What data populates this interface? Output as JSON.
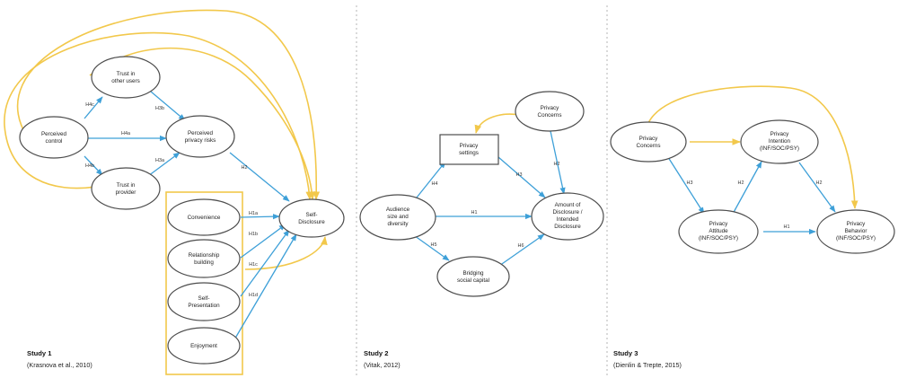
{
  "study1": {
    "title": "Study 1",
    "citation": "(Krasnova et al., 2010)",
    "nodes": {
      "perceived_control": [
        "Perceived",
        "control"
      ],
      "trust_users": [
        "Trust in",
        "other users"
      ],
      "privacy_risks": [
        "Perceived",
        "privacy risks"
      ],
      "trust_provider": [
        "Trust in",
        "provider"
      ],
      "convenience": [
        "Convenience"
      ],
      "relationship": [
        "Relationship",
        "building"
      ],
      "self_presentation": [
        "Self-",
        "Presentation"
      ],
      "enjoyment": [
        "Enjoyment"
      ],
      "self_disclosure": [
        "Self-",
        "Disclosure"
      ]
    },
    "hypotheses": {
      "h4c": "H4c",
      "h4a": "H4a",
      "h4b": "H4b",
      "h3b": "H3b",
      "h3a": "H3a",
      "h2": "H2",
      "h1a": "H1a",
      "h1b": "H1b",
      "h1c": "H1c",
      "h1d": "H1d"
    }
  },
  "study2": {
    "title": "Study 2",
    "citation": "(Vitak, 2012)",
    "nodes": {
      "privacy_concerns": [
        "Privacy",
        "Concerns"
      ],
      "privacy_settings": [
        "Privacy",
        "settings"
      ],
      "audience": [
        "Audience",
        "size and",
        "diversity"
      ],
      "amount_disclosure": [
        "Amount of",
        "Disclosure /",
        "Intended",
        "Disclosure"
      ],
      "bridging": [
        "Bridging",
        "social capital"
      ]
    },
    "hypotheses": {
      "h4": "H4",
      "h3": "H3",
      "h2": "H2",
      "h1": "H1",
      "h5": "H5",
      "h6": "H6"
    }
  },
  "study3": {
    "title": "Study 3",
    "citation": "(Dienlin & Trepte, 2015)",
    "nodes": {
      "privacy_concerns": [
        "Privacy",
        "Concerns"
      ],
      "privacy_intention": [
        "Privacy",
        "Intention",
        "(INF/SOC/PSY)"
      ],
      "privacy_attitude": [
        "Privacy",
        "Attitude",
        "(INF/SOC/PSY)"
      ],
      "privacy_behavior": [
        "Privacy",
        "Behavior",
        "(INF/SOC/PSY)"
      ]
    },
    "hypotheses": {
      "h3": "H3",
      "h2a": "H2",
      "h2b": "H2",
      "h1": "H1"
    }
  },
  "colors": {
    "path": "#3ea0d8",
    "feedback": "#f2c84b",
    "box": "#f2c84b",
    "node_stroke": "#4d4d4d"
  }
}
